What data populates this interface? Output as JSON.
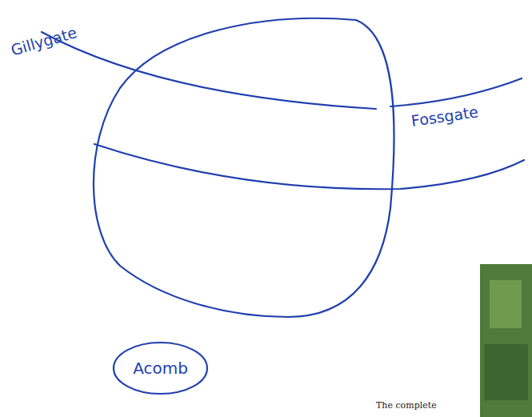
{
  "diagram": {
    "nodes": [
      {
        "text": [
          "Acomb"
        ]
      }
    ],
    "labels": [
      "Gillygate",
      "Fossgate",
      "The complete"
    ]
  }
}
